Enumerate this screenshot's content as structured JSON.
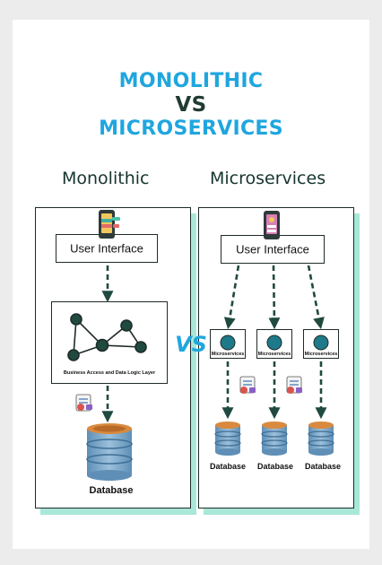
{
  "title": {
    "line1": "MONOLITHIC",
    "line2": "VS",
    "line3": "MICROSERVICES"
  },
  "center_badge": "VS",
  "monolithic": {
    "heading": "Monolithic",
    "ui_label": "User Interface",
    "logic_label": "Business Access and Data Logic Layer",
    "db_label": "Database"
  },
  "microservices": {
    "heading": "Microservices",
    "ui_label": "User Interface",
    "services": [
      {
        "label": "Microservices",
        "db_label": "Database"
      },
      {
        "label": "Microservices",
        "db_label": "Database"
      },
      {
        "label": "Microservices",
        "db_label": "Database"
      }
    ]
  },
  "colors": {
    "title_blue": "#1fa6df",
    "dark_green": "#1f4a3f",
    "teal_node": "#1e7a8a",
    "shadow_mint": "#a9e8d8",
    "db_blue": "#6f9cc0",
    "db_top": "#d98a3e"
  }
}
